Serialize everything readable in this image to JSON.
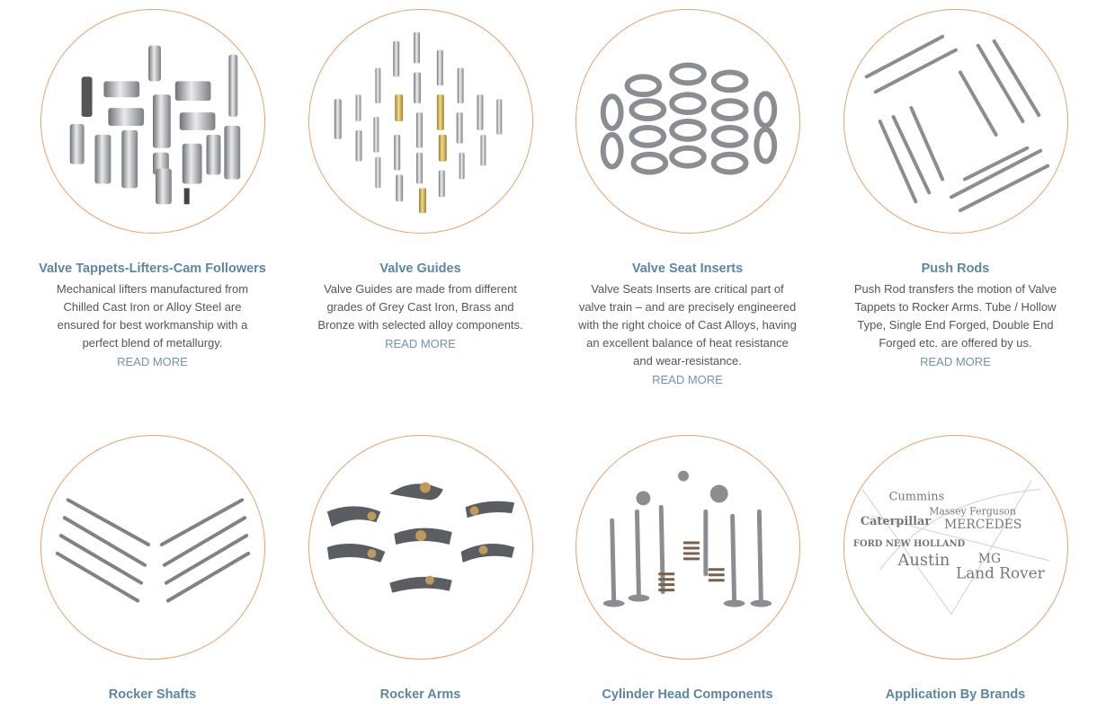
{
  "products": [
    {
      "title": "Valve Tappets-Lifters-Cam Followers",
      "desc": "Mechanical lifters manufactured from Chilled Cast Iron or Alloy Steel are ensured for best workmanship with a perfect blend of metallurgy.",
      "read_more": "READ MORE"
    },
    {
      "title": "Valve Guides",
      "desc": "Valve Guides are made from different grades of Grey Cast Iron, Brass and Bronze with selected alloy components.",
      "read_more": "READ MORE"
    },
    {
      "title": "Valve Seat Inserts",
      "desc": "Valve Seats Inserts are critical part of valve train – and are precisely engineered with the right choice of Cast Alloys, having an excellent balance of heat resistance and wear-resistance.",
      "read_more": "READ MORE"
    },
    {
      "title": "Push Rods",
      "desc": "Push Rod transfers the motion of Valve Tappets to Rocker Arms. Tube / Hollow Type, Single End Forged, Double End Forged etc. are offered by us.",
      "read_more": "READ MORE"
    },
    {
      "title": "Rocker Shafts"
    },
    {
      "title": "Rocker Arms"
    },
    {
      "title": "Cylinder Head Components"
    },
    {
      "title": "Application By Brands"
    }
  ],
  "brands": {
    "cummins": "Cummins",
    "massey": "Massey Ferguson",
    "caterpillar": "Caterpillar",
    "mercedes": "MERCEDES",
    "ford": "FORD NEW HOLLAND",
    "austin": "Austin",
    "mg": "MG",
    "landrover": "Land Rover"
  },
  "colors": {
    "title": "#5b87a2",
    "circle_border": "#e8a26b",
    "body_text": "#555555",
    "link": "#6f95ad"
  }
}
